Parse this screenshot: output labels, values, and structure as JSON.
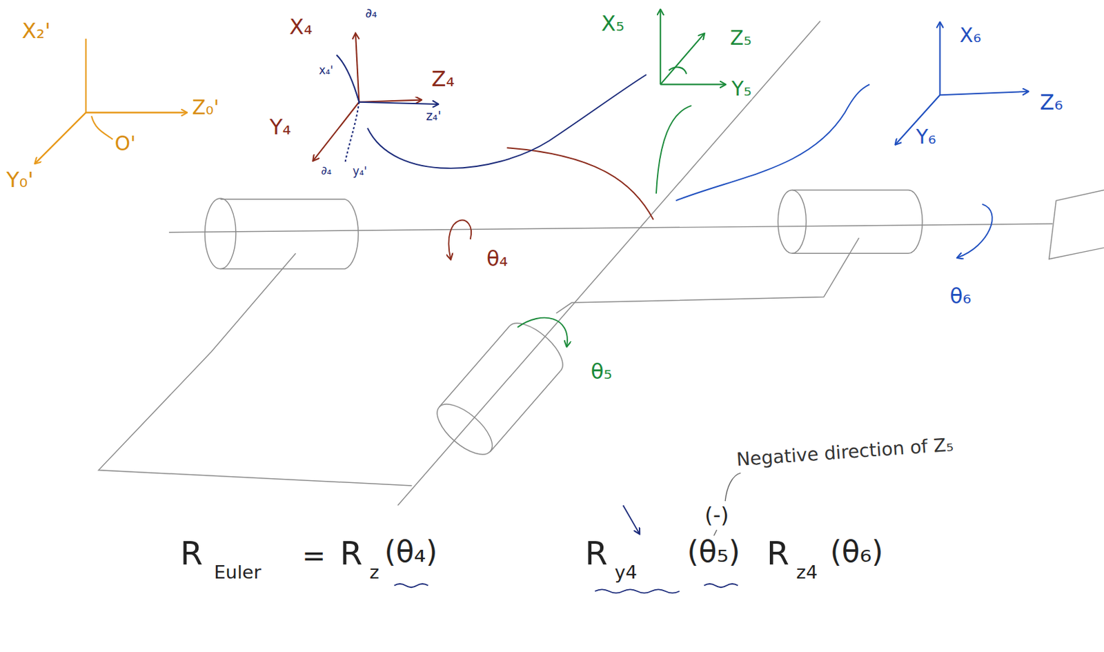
{
  "diagram": {
    "labels": [
      "X₂'",
      "Z₀'",
      "Y₀'",
      "O'",
      "X₄",
      "∂₄",
      "x₄'",
      "Y₄",
      "∂₄",
      "y₄'",
      "Z₄",
      "z₄'",
      "X₅",
      "Z₅",
      "Y₅",
      "X₆",
      "Z₆",
      "Y₆",
      "θ₄",
      "θ₅",
      "θ₆",
      "Negative direction of Z₅",
      "(-)",
      "R",
      "Euler",
      "=",
      "R",
      "z",
      "(θ₄)",
      "R",
      "y4",
      "(θ₅)",
      "R",
      "z4",
      "(θ₆)"
    ]
  }
}
